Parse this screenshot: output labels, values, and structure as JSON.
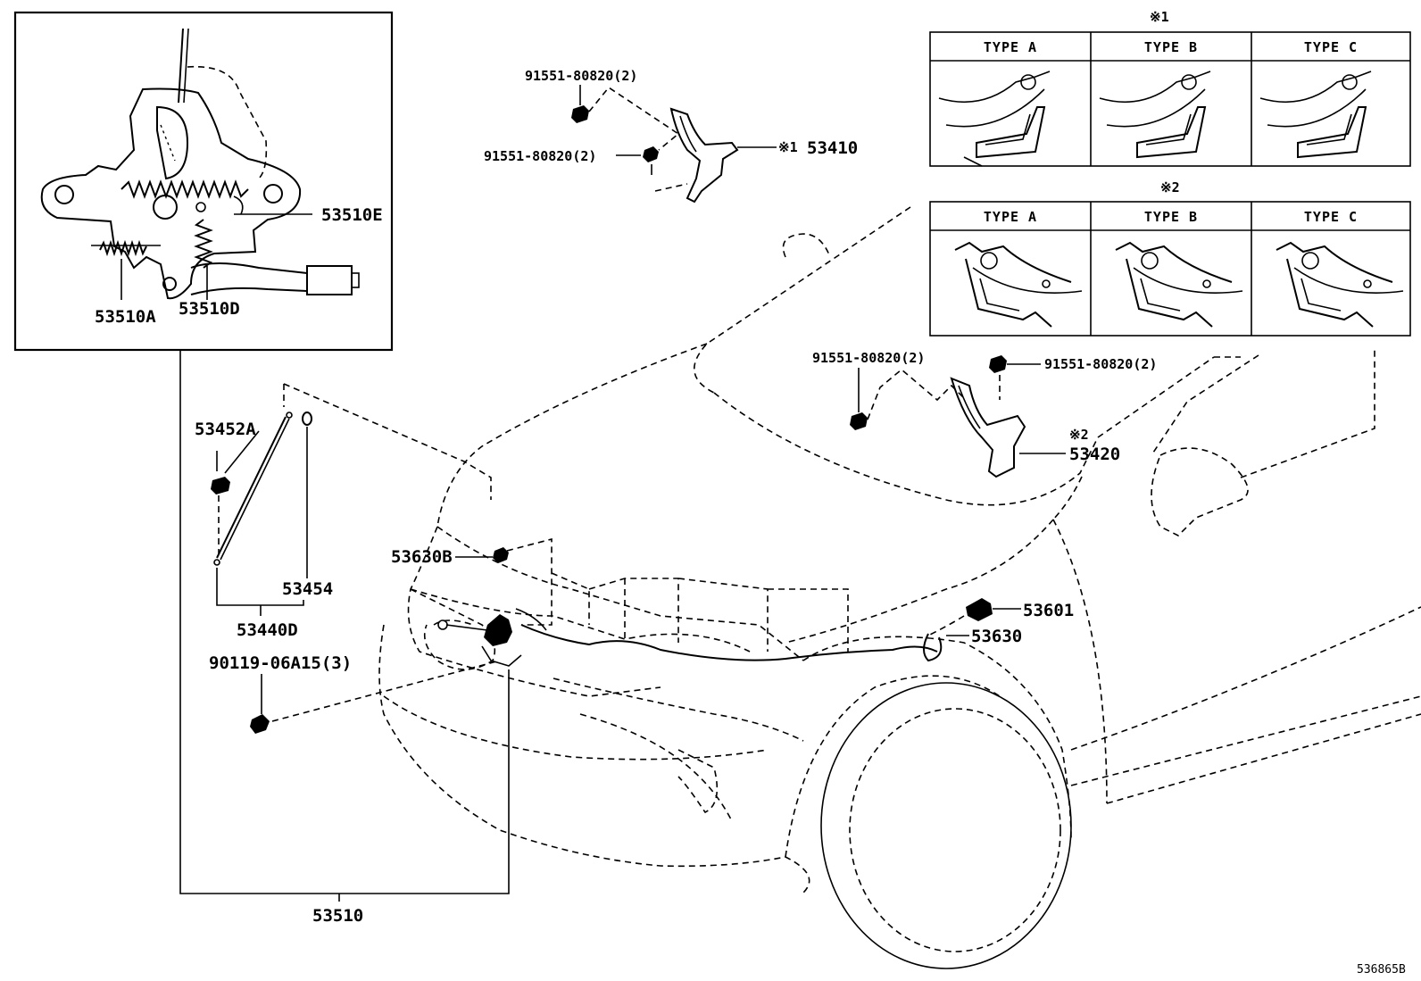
{
  "labels": {
    "p53510E": "53510E",
    "p53510A": "53510A",
    "p53510D": "53510D",
    "p53452A": "53452A",
    "p53454": "53454",
    "p53440D": "53440D",
    "p90119": "90119-06A15(3)",
    "p53510": "53510",
    "p53630B": "53630B",
    "p53601": "53601",
    "p53630": "53630",
    "p53410": "53410",
    "p53420": "53420",
    "p91551a": "91551-80820(2)",
    "p91551b": "91551-80820(2)",
    "p91551c": "91551-80820(2)",
    "p91551d": "91551-80820(2)",
    "ref1": "※1",
    "ref2": "※2",
    "ref1_head": "※1",
    "ref2_head": "※2",
    "illustration_code": "536865B"
  },
  "type_tables": [
    {
      "ref": "※1",
      "types": [
        "TYPE A",
        "TYPE B",
        "TYPE C"
      ]
    },
    {
      "ref": "※2",
      "types": [
        "TYPE A",
        "TYPE B",
        "TYPE C"
      ]
    }
  ]
}
